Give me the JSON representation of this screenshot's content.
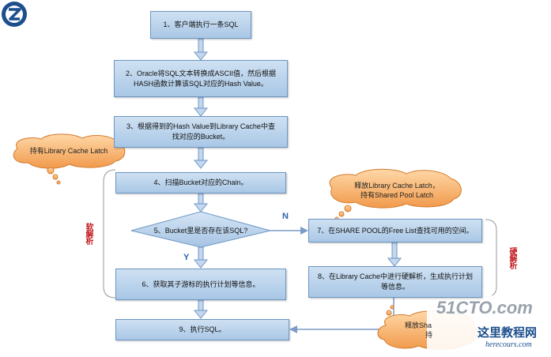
{
  "steps": {
    "s1": "1、客户端执行一条SQL",
    "s2_line1": "2、Oracle将SQL文本转换成ASCII值，然后根据",
    "s2_line2": "HASH函数计算该SQL对应的Hash Value。",
    "s3_line1": "3、根据得到的Hash Value到Library Cache中查",
    "s3_line2": "找对应的Bucket。",
    "s4": "4、扫描Bucket对应的Chain。",
    "s5": "5、Bucket里是否存在该SQL?",
    "s6": "6、获取其子游标的执行计划等信息。",
    "s7": "7、在SHARE POOL的Free List查找可用的空间。",
    "s8_line1": "8、在Library Cache中进行硬解析，生成执行计划",
    "s8_line2": "等信息。",
    "s9": "9、执行SQL。"
  },
  "branches": {
    "yes": "Y",
    "no": "N"
  },
  "callouts": {
    "hold_lc_latch": "持有Library Cache Latch",
    "release_lc_hold_sp_line1": "释放Library Cache Latch，",
    "release_lc_hold_sp_line2": "持有Shared Pool Latch",
    "release_bottom_line1": "释放Sha",
    "release_bottom_line2": "持"
  },
  "side_labels": {
    "soft_parse": "软解析",
    "hard_parse": "硬解析"
  },
  "watermarks": {
    "site_51cto": "51CTO.com",
    "site_cn": "这里教程网",
    "site_url": "herecours.com"
  },
  "colors": {
    "box_fill": "#b9d3ee",
    "box_border": "#6d97c4",
    "arrow": "#7a9cc6",
    "callout": "#f4a35a",
    "side_label": "#c0181e"
  }
}
